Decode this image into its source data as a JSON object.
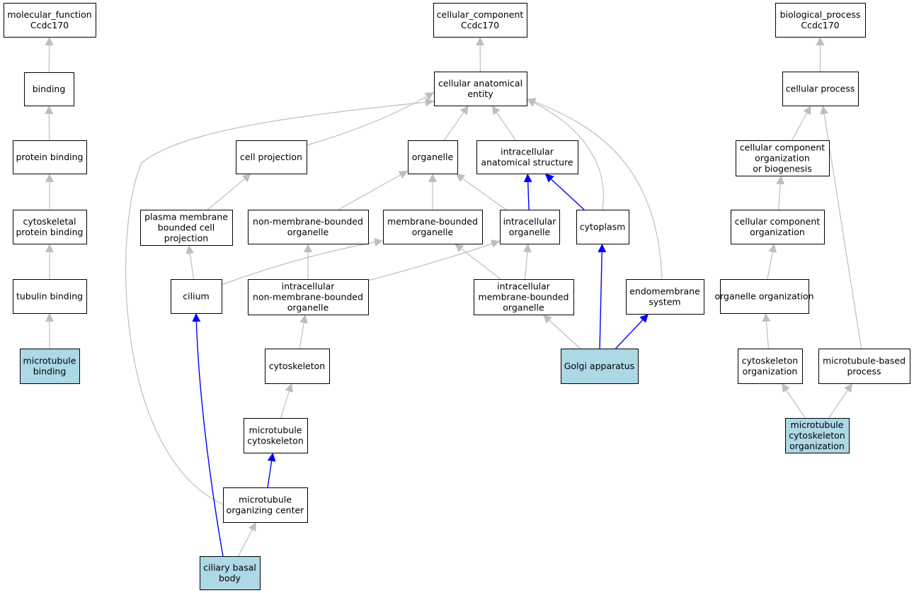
{
  "colors": {
    "background": "#ffffff",
    "node_fill": "#ffffff",
    "highlight_fill": "#add8e6",
    "node_border": "#000000",
    "edge_default": "#bebebe",
    "edge_highlight": "#0000ff"
  },
  "nodes": [
    {
      "id": "mf_root",
      "lines": [
        "molecular_function",
        "Ccdc170"
      ],
      "highlight": false
    },
    {
      "id": "binding",
      "lines": [
        "binding"
      ],
      "highlight": false
    },
    {
      "id": "protein_binding",
      "lines": [
        "protein binding"
      ],
      "highlight": false
    },
    {
      "id": "cytoskeletal_protein_binding",
      "lines": [
        "cytoskeletal",
        "protein binding"
      ],
      "highlight": false
    },
    {
      "id": "tubulin_binding",
      "lines": [
        "tubulin binding"
      ],
      "highlight": false
    },
    {
      "id": "microtubule_binding",
      "lines": [
        "microtubule",
        "binding"
      ],
      "highlight": true
    },
    {
      "id": "cc_root",
      "lines": [
        "cellular_component",
        "Ccdc170"
      ],
      "highlight": false
    },
    {
      "id": "cellular_anatomical_entity",
      "lines": [
        "cellular anatomical",
        "entity"
      ],
      "highlight": false
    },
    {
      "id": "cell_projection",
      "lines": [
        "cell projection"
      ],
      "highlight": false
    },
    {
      "id": "organelle",
      "lines": [
        "organelle"
      ],
      "highlight": false
    },
    {
      "id": "intracellular_anatomical_structure",
      "lines": [
        "intracellular",
        "anatomical structure"
      ],
      "highlight": false
    },
    {
      "id": "plasma_membrane_bounded_cell_projection",
      "lines": [
        "plasma membrane",
        "bounded cell",
        "projection"
      ],
      "highlight": false
    },
    {
      "id": "non_membrane_bounded_organelle",
      "lines": [
        "non-membrane-bounded",
        "organelle"
      ],
      "highlight": false
    },
    {
      "id": "membrane_bounded_organelle",
      "lines": [
        "membrane-bounded",
        "organelle"
      ],
      "highlight": false
    },
    {
      "id": "intracellular_organelle",
      "lines": [
        "intracellular",
        "organelle"
      ],
      "highlight": false
    },
    {
      "id": "cytoplasm",
      "lines": [
        "cytoplasm"
      ],
      "highlight": false
    },
    {
      "id": "cilium",
      "lines": [
        "cilium"
      ],
      "highlight": false
    },
    {
      "id": "intracellular_non_membrane_bounded_organelle",
      "lines": [
        "intracellular",
        "non-membrane-bounded",
        "organelle"
      ],
      "highlight": false
    },
    {
      "id": "intracellular_membrane_bounded_organelle",
      "lines": [
        "intracellular",
        "membrane-bounded",
        "organelle"
      ],
      "highlight": false
    },
    {
      "id": "endomembrane_system",
      "lines": [
        "endomembrane",
        "system"
      ],
      "highlight": false
    },
    {
      "id": "cytoskeleton",
      "lines": [
        "cytoskeleton"
      ],
      "highlight": false
    },
    {
      "id": "golgi_apparatus",
      "lines": [
        "Golgi apparatus"
      ],
      "highlight": true
    },
    {
      "id": "microtubule_cytoskeleton",
      "lines": [
        "microtubule",
        "cytoskeleton"
      ],
      "highlight": false
    },
    {
      "id": "microtubule_organizing_center",
      "lines": [
        "microtubule",
        "organizing center"
      ],
      "highlight": false
    },
    {
      "id": "ciliary_basal_body",
      "lines": [
        "ciliary basal",
        "body"
      ],
      "highlight": true
    },
    {
      "id": "bp_root",
      "lines": [
        "biological_process",
        "Ccdc170"
      ],
      "highlight": false
    },
    {
      "id": "cellular_process",
      "lines": [
        "cellular process"
      ],
      "highlight": false
    },
    {
      "id": "cellular_component_organization_or_biogenesis",
      "lines": [
        "cellular component",
        "organization",
        "or biogenesis"
      ],
      "highlight": false
    },
    {
      "id": "cellular_component_organization",
      "lines": [
        "cellular component",
        "organization"
      ],
      "highlight": false
    },
    {
      "id": "organelle_organization",
      "lines": [
        "organelle organization"
      ],
      "highlight": false
    },
    {
      "id": "cytoskeleton_organization",
      "lines": [
        "cytoskeleton",
        "organization"
      ],
      "highlight": false
    },
    {
      "id": "microtubule_based_process",
      "lines": [
        "microtubule-based",
        "process"
      ],
      "highlight": false
    },
    {
      "id": "microtubule_cytoskeleton_organization",
      "lines": [
        "microtubule",
        "cytoskeleton",
        "organization"
      ],
      "highlight": true
    }
  ],
  "edges": [
    {
      "from": "binding",
      "to": "mf_root",
      "highlight": false
    },
    {
      "from": "protein_binding",
      "to": "binding",
      "highlight": false
    },
    {
      "from": "cytoskeletal_protein_binding",
      "to": "protein_binding",
      "highlight": false
    },
    {
      "from": "tubulin_binding",
      "to": "cytoskeletal_protein_binding",
      "highlight": false
    },
    {
      "from": "microtubule_binding",
      "to": "tubulin_binding",
      "highlight": false
    },
    {
      "from": "cellular_anatomical_entity",
      "to": "cc_root",
      "highlight": false
    },
    {
      "from": "cell_projection",
      "to": "cellular_anatomical_entity",
      "highlight": false
    },
    {
      "from": "organelle",
      "to": "cellular_anatomical_entity",
      "highlight": false
    },
    {
      "from": "intracellular_anatomical_structure",
      "to": "cellular_anatomical_entity",
      "highlight": false
    },
    {
      "from": "cytoplasm",
      "to": "cellular_anatomical_entity",
      "highlight": false
    },
    {
      "from": "endomembrane_system",
      "to": "cellular_anatomical_entity",
      "highlight": false
    },
    {
      "from": "microtubule_organizing_center",
      "to": "cellular_anatomical_entity",
      "highlight": false
    },
    {
      "from": "plasma_membrane_bounded_cell_projection",
      "to": "cell_projection",
      "highlight": false
    },
    {
      "from": "non_membrane_bounded_organelle",
      "to": "organelle",
      "highlight": false
    },
    {
      "from": "membrane_bounded_organelle",
      "to": "organelle",
      "highlight": false
    },
    {
      "from": "intracellular_organelle",
      "to": "organelle",
      "highlight": false
    },
    {
      "from": "intracellular_organelle",
      "to": "intracellular_anatomical_structure",
      "highlight": true
    },
    {
      "from": "cytoplasm",
      "to": "intracellular_anatomical_structure",
      "highlight": true
    },
    {
      "from": "cilium",
      "to": "plasma_membrane_bounded_cell_projection",
      "highlight": false
    },
    {
      "from": "cilium",
      "to": "membrane_bounded_organelle",
      "highlight": false
    },
    {
      "from": "intracellular_non_membrane_bounded_organelle",
      "to": "non_membrane_bounded_organelle",
      "highlight": false
    },
    {
      "from": "intracellular_non_membrane_bounded_organelle",
      "to": "intracellular_organelle",
      "highlight": false
    },
    {
      "from": "intracellular_membrane_bounded_organelle",
      "to": "membrane_bounded_organelle",
      "highlight": false
    },
    {
      "from": "intracellular_membrane_bounded_organelle",
      "to": "intracellular_organelle",
      "highlight": false
    },
    {
      "from": "golgi_apparatus",
      "to": "intracellular_membrane_bounded_organelle",
      "highlight": false
    },
    {
      "from": "golgi_apparatus",
      "to": "cytoplasm",
      "highlight": true
    },
    {
      "from": "golgi_apparatus",
      "to": "endomembrane_system",
      "highlight": true
    },
    {
      "from": "cytoskeleton",
      "to": "intracellular_non_membrane_bounded_organelle",
      "highlight": false
    },
    {
      "from": "microtubule_cytoskeleton",
      "to": "cytoskeleton",
      "highlight": false
    },
    {
      "from": "microtubule_organizing_center",
      "to": "microtubule_cytoskeleton",
      "highlight": true
    },
    {
      "from": "ciliary_basal_body",
      "to": "microtubule_organizing_center",
      "highlight": false
    },
    {
      "from": "ciliary_basal_body",
      "to": "cilium",
      "highlight": true
    },
    {
      "from": "cellular_process",
      "to": "bp_root",
      "highlight": false
    },
    {
      "from": "cellular_component_organization_or_biogenesis",
      "to": "cellular_process",
      "highlight": false
    },
    {
      "from": "cellular_component_organization",
      "to": "cellular_component_organization_or_biogenesis",
      "highlight": false
    },
    {
      "from": "organelle_organization",
      "to": "cellular_component_organization",
      "highlight": false
    },
    {
      "from": "cytoskeleton_organization",
      "to": "organelle_organization",
      "highlight": false
    },
    {
      "from": "microtubule_based_process",
      "to": "cellular_process",
      "highlight": false
    },
    {
      "from": "microtubule_cytoskeleton_organization",
      "to": "cytoskeleton_organization",
      "highlight": false
    },
    {
      "from": "microtubule_cytoskeleton_organization",
      "to": "microtubule_based_process",
      "highlight": false
    }
  ]
}
